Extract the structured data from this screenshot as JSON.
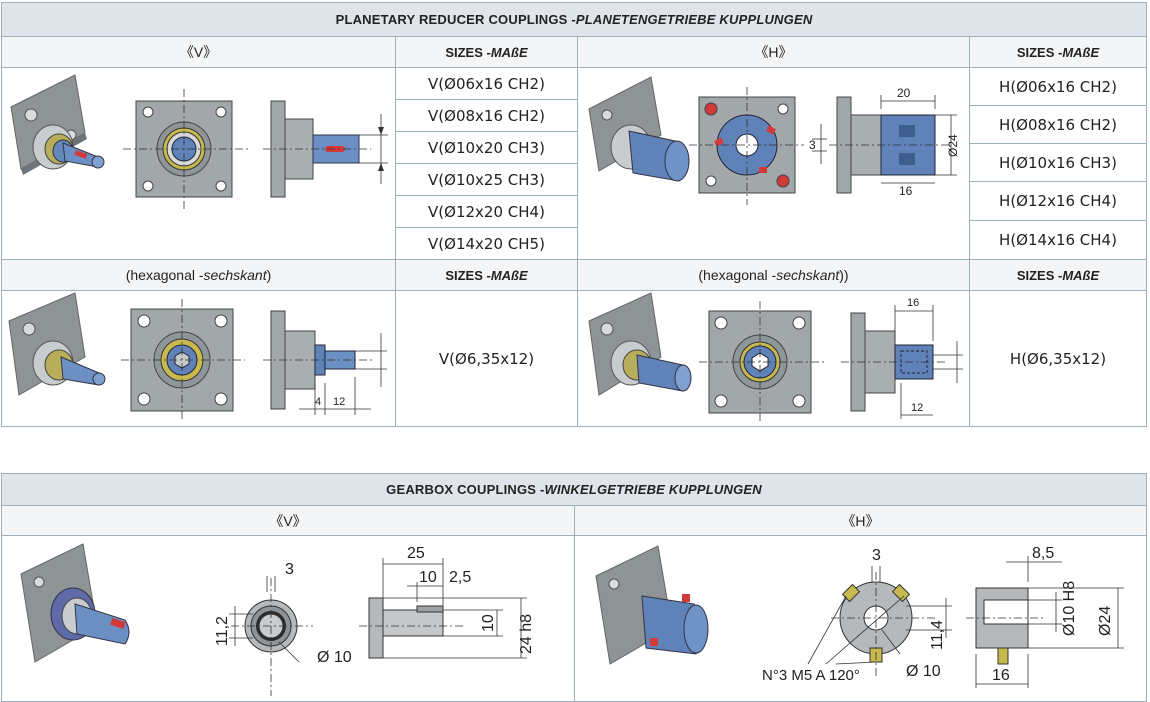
{
  "planetary": {
    "title_main": "PLANETARY REDUCER COUPLINGS - ",
    "title_italic": "PLANETENGETRIEBE KUPPLUNGEN",
    "v_label": "《V》",
    "h_label": "《H》",
    "sizes_main": "SIZES - ",
    "sizes_italic": "MAßE",
    "v_sizes": [
      "V(Ø06x16 CH2)",
      "V(Ø08x16 CH2)",
      "V(Ø10x20 CH3)",
      "V(Ø10x25 CH3)",
      "V(Ø12x20 CH4)",
      "V(Ø14x20 CH5)"
    ],
    "h_sizes": [
      "H(Ø06x16 CH2)",
      "H(Ø08x16 CH2)",
      "H(Ø10x16 CH3)",
      "H(Ø12x16 CH4)",
      "H(Ø14x16 CH4)"
    ],
    "hex_left_main": "(hexagonal - ",
    "hex_left_italic": "sechskant",
    "hex_left_end": ")",
    "hex_right_main": "(hexagonal - ",
    "hex_right_italic": "sechskant",
    "hex_right_end": "))",
    "hex_v_size": "V(Ø6,35x12)",
    "hex_h_size": "H(Ø6,35x12)",
    "dims": {
      "h_20": "20",
      "h_3": "3",
      "h_d24": "Ø24",
      "h_16": "16",
      "hexv_4": "4",
      "hexv_12": "12",
      "hexh_16": "16",
      "hexh_12": "12"
    }
  },
  "gearbox": {
    "title_main": "GEARBOX COUPLINGS - ",
    "title_italic": "WINKELGETRIEBE KUPPLUNGEN",
    "v_label": "《V》",
    "h_label": "《H》",
    "dims": {
      "v_3": "3",
      "v_112": "11,2",
      "v_d10": "Ø 10",
      "v_25": "25",
      "v_10": "10",
      "v_25b": "2,5",
      "v_10b": "10",
      "v_24h8": "24 h8",
      "h_3": "3",
      "h_114": "11,4",
      "h_d10": "Ø 10",
      "h_note": "N°3 M5 A 120°",
      "h_85": "8,5",
      "h_10h8": "Ø10 H8",
      "h_d24": "Ø24",
      "h_16": "16"
    }
  },
  "colors": {
    "header_bg": "#dfe5ea",
    "border": "#9fb0bb",
    "plate": "#9ea3a6",
    "hub_blue": "#5f83b8",
    "red_part": "#d23a3a"
  }
}
